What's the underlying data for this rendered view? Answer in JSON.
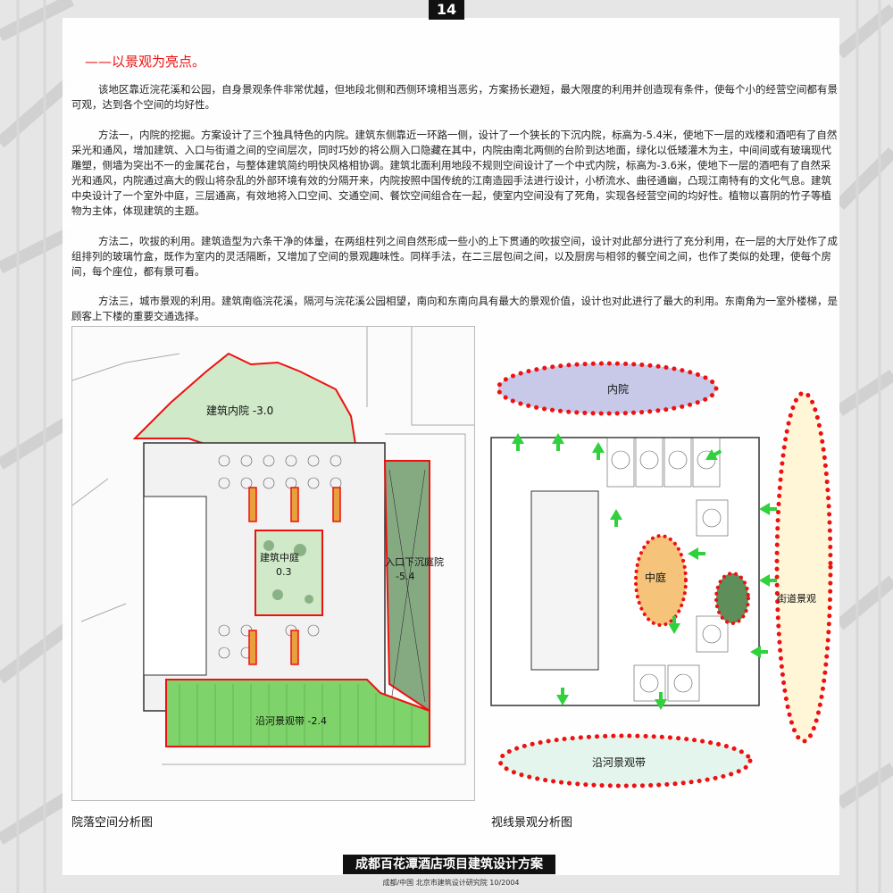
{
  "page_number": "14",
  "heading": "——以景观为亮点。",
  "paragraphs": [
    "该地区靠近浣花溪和公园，自身景观条件非常优越，但地段北侧和西侧环境相当恶劣，方案扬长避短，最大限度的利用并创造现有条件，使每个小的经营空间都有景可观，达到各个空间的均好性。",
    "方法一，内院的挖掘。方案设计了三个独具特色的内院。建筑东侧靠近一环路一侧，设计了一个狭长的下沉内院，标高为-5.4米，使地下一层的戏楼和酒吧有了自然采光和通风，增加建筑、入口与街道之间的空间层次，同时巧妙的将公厕入口隐藏在其中，内院由南北两侧的台阶到达地面，绿化以低矮灌木为主，中间间或有玻璃现代雕塑，侧墙为突出不一的金属花台，与整体建筑简约明快风格相协调。建筑北面利用地段不规则空间设计了一个中式内院，标高为-3.6米，使地下一层的酒吧有了自然采光和通风，内院通过高大的假山将杂乱的外部环境有效的分隔开来，内院按照中国传统的江南造园手法进行设计，小桥流水、曲径通幽，凸现江南特有的文化气息。建筑中央设计了一个室外中庭，三层通高，有效地将入口空间、交通空间、餐饮空间组合在一起，使室内空间没有了死角，实现各经营空间的均好性。植物以喜阴的竹子等植物为主体，体现建筑的主题。",
    "方法二，吹拔的利用。建筑造型为六条干净的体量，在两组柱列之间自然形成一些小的上下贯通的吹拔空间，设计对此部分进行了充分利用，在一层的大厅处作了成组排列的玻璃竹盒，既作为室内的灵活隔断，又增加了空间的景观趣味性。同样手法，在二三层包间之间，以及厨房与相邻的餐空间之间，也作了类似的处理，使每个房间，每个座位，都有景可看。",
    "方法三，城市景观的利用。建筑南临浣花溪，隔河与浣花溪公园相望，南向和东南向具有最大的景观价值，设计也对此进行了最大的利用。东南角为一室外楼梯，是顾客上下楼的重要交通选择。"
  ],
  "left_plan": {
    "caption": "院落空间分析图",
    "labels": {
      "courtyard": "建筑内院 -3.0",
      "atrium": "建筑中庭",
      "atrium_level": "0.3",
      "entrance": "入口下沉庭院",
      "entrance_level": "-5.4",
      "riverside": "沿河景观带 -2.4"
    }
  },
  "right_plan": {
    "caption": "视线景观分析图",
    "labels": {
      "inner_court": "内院",
      "atrium": "中庭",
      "street_view": "街道景观",
      "river_view": "沿河景观带"
    }
  },
  "footer": {
    "title": "成都百花潭酒店项目建筑设计方案",
    "subtitle": "成都/中国   北京市建筑设计研究院   10/2004"
  },
  "colors": {
    "accent_red": "#e11111",
    "green_zone": "#7fd36b",
    "light_green": "#cfe9c9",
    "dark_green": "#5e8f5a",
    "lavender": "#c8c8e8",
    "orange": "#f5c37a",
    "arrow_green": "#2fd13c"
  }
}
